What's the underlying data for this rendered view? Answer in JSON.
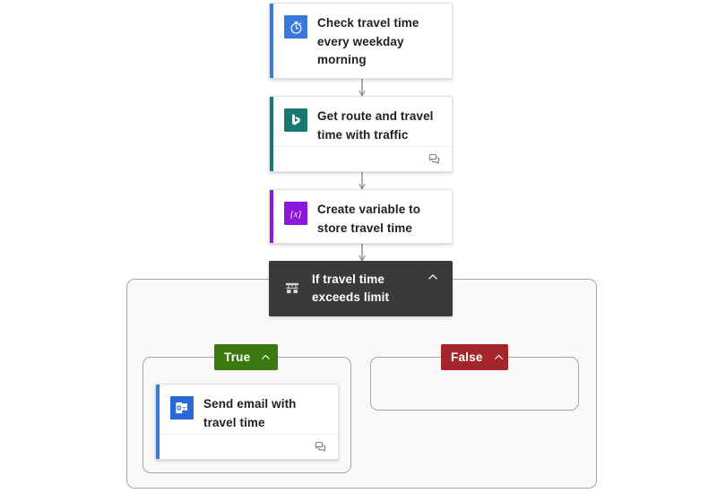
{
  "flow": {
    "nodes": [
      {
        "id": "trigger-recurrence",
        "title": "Check travel time every weekday morning",
        "icon": "stopwatch-icon",
        "icon_bg": "#3b78dc",
        "accent": "#3b78dc",
        "has_footer": false
      },
      {
        "id": "bing-maps-route",
        "title": "Get route and travel time with traffic",
        "icon": "bing-maps-icon",
        "icon_bg": "#17796f",
        "accent": "#17796f",
        "has_footer": true,
        "footer_icon": "comment-icon"
      },
      {
        "id": "initialize-variable",
        "title": "Create variable to store travel time",
        "icon": "variable-icon",
        "icon_bg": "#8c19d9",
        "accent": "#8c19d9",
        "has_footer": false
      },
      {
        "id": "send-email",
        "title": "Send email with travel time",
        "icon": "outlook-icon",
        "icon_bg": "#2a68d8",
        "accent": "#3b78dc",
        "has_footer": true,
        "footer_icon": "comment-icon"
      }
    ],
    "condition": {
      "id": "condition-travel-time",
      "title": "If travel time exceeds limit",
      "icon": "condition-icon",
      "bg": "#3b3a39",
      "chevron": "chevron-up-icon"
    },
    "branches": [
      {
        "id": "branch-true",
        "label": "True",
        "color": "#3c7a0f",
        "chevron": "chevron-up-icon",
        "empty": false
      },
      {
        "id": "branch-false",
        "label": "False",
        "color": "#a4262c",
        "chevron": "chevron-up-icon",
        "empty": true
      }
    ],
    "colors": {
      "connector": "#8a8886",
      "scope_fill": "#faf9f8",
      "scope_border": "#a6a6a6",
      "card_border": "#e1e1e1",
      "text": "#201f1e",
      "canvas": "#ffffff"
    }
  }
}
